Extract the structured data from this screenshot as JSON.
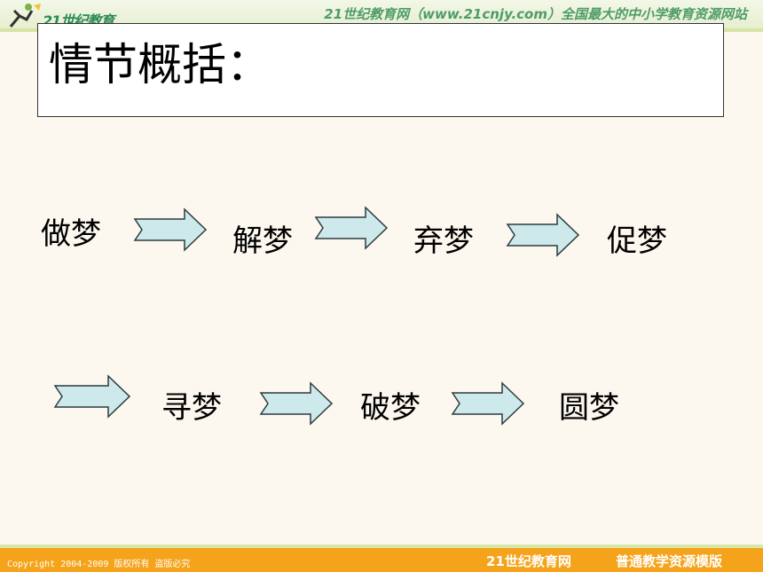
{
  "header": {
    "logo_text": "21世纪教育",
    "tagline": "21世纪教育网（www.21cnjy.com）全国最大的中小学教育资源网站"
  },
  "title": "情节概括：",
  "row1": [
    "做梦",
    "解梦",
    "弃梦",
    "促梦"
  ],
  "row2": [
    "寻梦",
    "破梦",
    "圆梦"
  ],
  "footer": {
    "copyright": "Copyright 2004-2009 版权所有 盗版必究",
    "site": "21世纪教育网",
    "template": "普通教学资源模版"
  },
  "colors": {
    "arrow_fill": "#cde9ec",
    "arrow_stroke": "#2d3b3d",
    "footer_bg": "#f5a31a",
    "slide_bg": "#fdf8ef"
  }
}
